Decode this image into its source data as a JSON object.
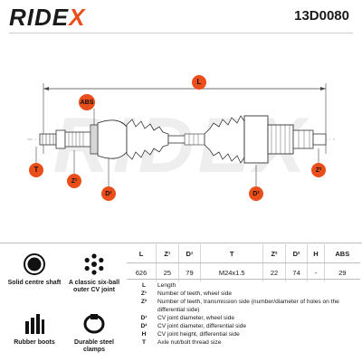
{
  "brand": {
    "name_main": "RIDE",
    "name_x": "X"
  },
  "part_number": "13D0080",
  "watermark": "RIDEX",
  "diagram_labels": {
    "L": "L",
    "ABS": "ABS",
    "T": "T",
    "Z1": "Z¹",
    "D1": "D¹",
    "D2": "D²",
    "Z2": "Z²"
  },
  "spec_table": {
    "headers": [
      "L",
      "Z¹",
      "D¹",
      "T",
      "Z²",
      "D²",
      "H",
      "ABS"
    ],
    "values": [
      "626",
      "25",
      "79",
      "M24x1.5",
      "22",
      "74",
      "-",
      "29"
    ]
  },
  "legend": [
    {
      "key": "L",
      "desc": "Length"
    },
    {
      "key": "Z¹",
      "desc": "Number of teeth, wheel side"
    },
    {
      "key": "Z²",
      "desc": "Number of teeth, transmission side (number/diameter of holes on the differential side)"
    },
    {
      "key": "D¹",
      "desc": "CV joint diameter, wheel side"
    },
    {
      "key": "D²",
      "desc": "CV joint diameter, differential side"
    },
    {
      "key": "H",
      "desc": "CV joint height, differential side"
    },
    {
      "key": "T",
      "desc": "Axle nut/bolt thread size"
    }
  ],
  "features": [
    {
      "icon": "solid-shaft-icon",
      "label": "Solid centre shaft"
    },
    {
      "icon": "cv-joint-icon",
      "label": "A classic six-ball outer CV joint"
    },
    {
      "icon": "rubber-boot-icon",
      "label": "Rubber boots"
    },
    {
      "icon": "steel-clamp-icon",
      "label": "Durable steel clamps"
    }
  ],
  "colors": {
    "accent": "#e94e1b",
    "ink": "#1a1a1a"
  }
}
